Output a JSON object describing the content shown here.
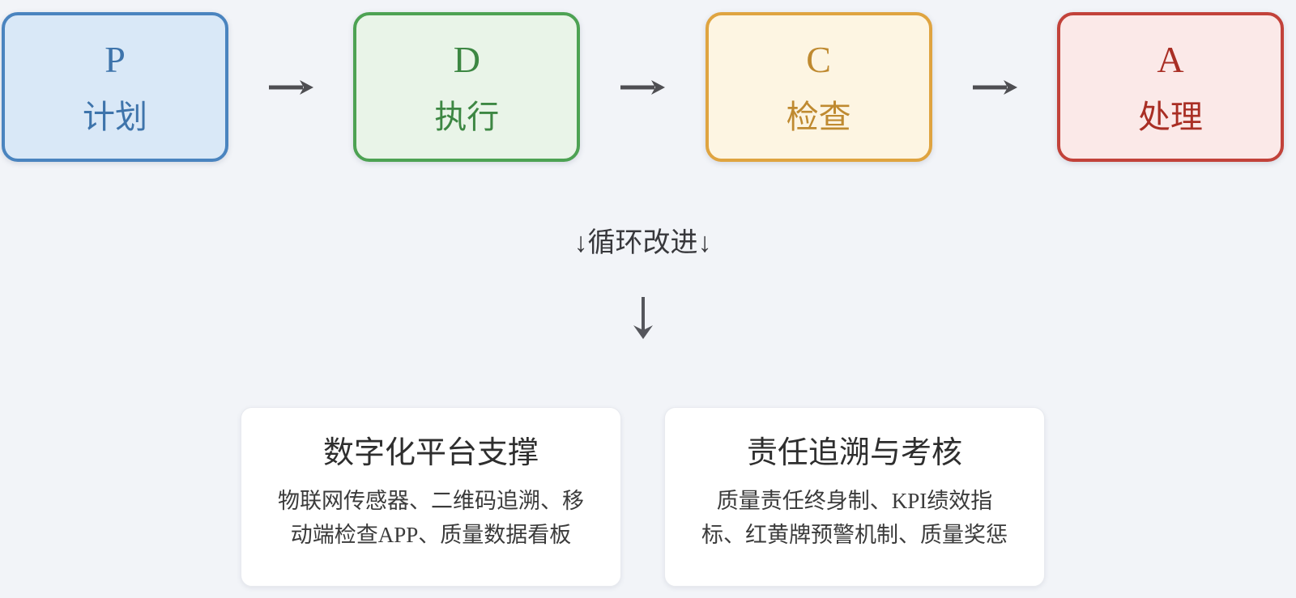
{
  "background_color": "#f2f4f8",
  "pdca_flow": {
    "arrow_color": "#4e4e52",
    "boxes": [
      {
        "letter": "P",
        "label": "计划",
        "border_color": "#4a84bf",
        "fill_color": "#d9e8f7",
        "text_color": "#3e74ab"
      },
      {
        "letter": "D",
        "label": "执行",
        "border_color": "#4da253",
        "fill_color": "#e9f4e8",
        "text_color": "#3d8743"
      },
      {
        "letter": "C",
        "label": "检查",
        "border_color": "#dfa440",
        "fill_color": "#fdf5e2",
        "text_color": "#bf8a30"
      },
      {
        "letter": "A",
        "label": "处理",
        "border_color": "#c2423a",
        "fill_color": "#fbe9e8",
        "text_color": "#a92e24"
      }
    ]
  },
  "cycle": {
    "label": "↓循环改进↓",
    "label_color": "#38383c",
    "down_arrow_color": "#55565c"
  },
  "cards": {
    "card_bg": "#ffffff",
    "title_color": "#2e2e2e",
    "desc_color": "#3b3b3b",
    "items": [
      {
        "title": "数字化平台支撑",
        "desc_lines": [
          "物联网传感器、二维码追溯、移",
          "动端检查APP、质量数据看板"
        ]
      },
      {
        "title": "责任追溯与考核",
        "desc_lines": [
          "质量责任终身制、KPI绩效指",
          "标、红黄牌预警机制、质量奖惩"
        ]
      }
    ]
  }
}
